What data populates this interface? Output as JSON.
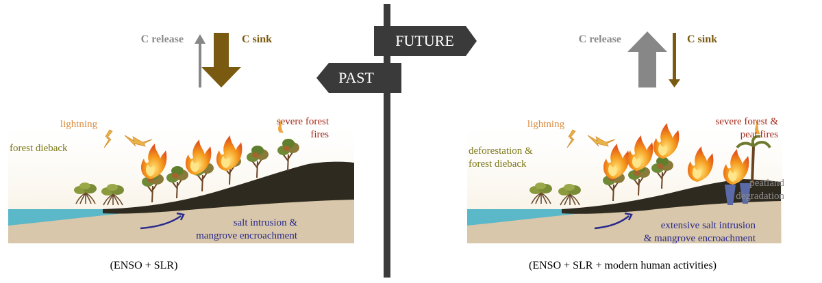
{
  "signpost": {
    "future_label": "FUTURE",
    "past_label": "PAST"
  },
  "past_panel": {
    "c_release_label": "C release",
    "c_sink_label": "C sink",
    "lightning_label": "lightning",
    "fires_label_line1": "severe forest",
    "fires_label_line2": "fires",
    "dieback_label": "forest dieback",
    "salt_label_line1": "salt intrusion &",
    "salt_label_line2": "mangrove encroachment",
    "caption": "(ENSO + SLR)"
  },
  "future_panel": {
    "c_release_label": "C release",
    "c_sink_label": "C sink",
    "lightning_label": "lightning",
    "fires_label_line1": "severe forest &",
    "fires_label_line2": "peat fires",
    "dieback_label_line1": "deforestation &",
    "dieback_label_line2": "forest dieback",
    "peatland_label_line1": "peatland",
    "peatland_label_line2": "degradation",
    "salt_label_line1": "extensive salt intrusion",
    "salt_label_line2": "& mangrove encroachment",
    "caption": "(ENSO + SLR + modern human activities)"
  },
  "colors": {
    "release_arrow": "#878787",
    "sink_arrow": "#7a5a10",
    "sink_text": "#7a5a10",
    "release_text": "#8c8c8c",
    "lightning_text": "#d98a3a",
    "fires_text": "#a32b1a",
    "dieback_text": "#7d7a1c",
    "peatland_text": "#8c8c8c",
    "salt_text": "#2a2a8c",
    "water": "#5ab8c8",
    "sand": "#d8c7aa",
    "soil": "#2f2a20",
    "signpost": "#3a3a3a"
  }
}
